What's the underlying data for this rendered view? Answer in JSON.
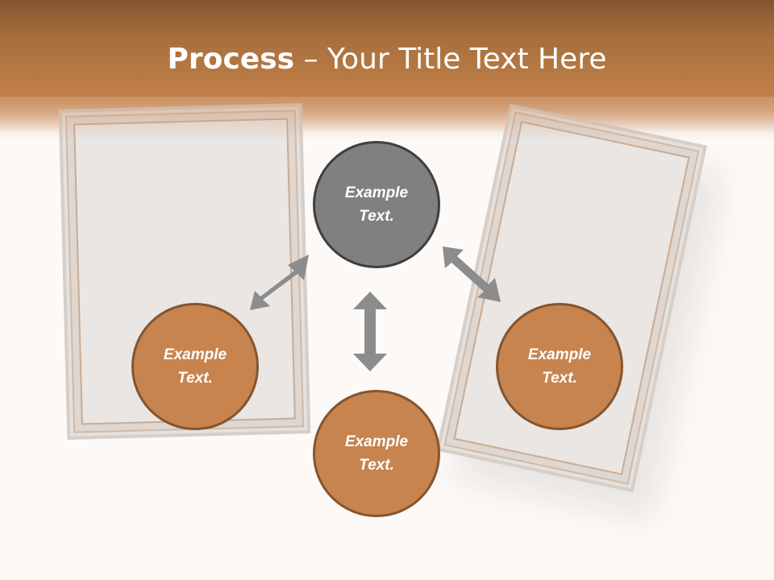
{
  "slide": {
    "title_bold": "Process",
    "title_rest": " – Your Title Text Here"
  },
  "nodes": {
    "top": "Example\nText.",
    "left": "Example\nText.",
    "right": "Example\nText.",
    "bottom": "Example\nText."
  },
  "colors": {
    "header": "#b87a45",
    "node_center": "#808080",
    "node_accent": "#c7844f",
    "arrow": "#8c8c8c"
  }
}
